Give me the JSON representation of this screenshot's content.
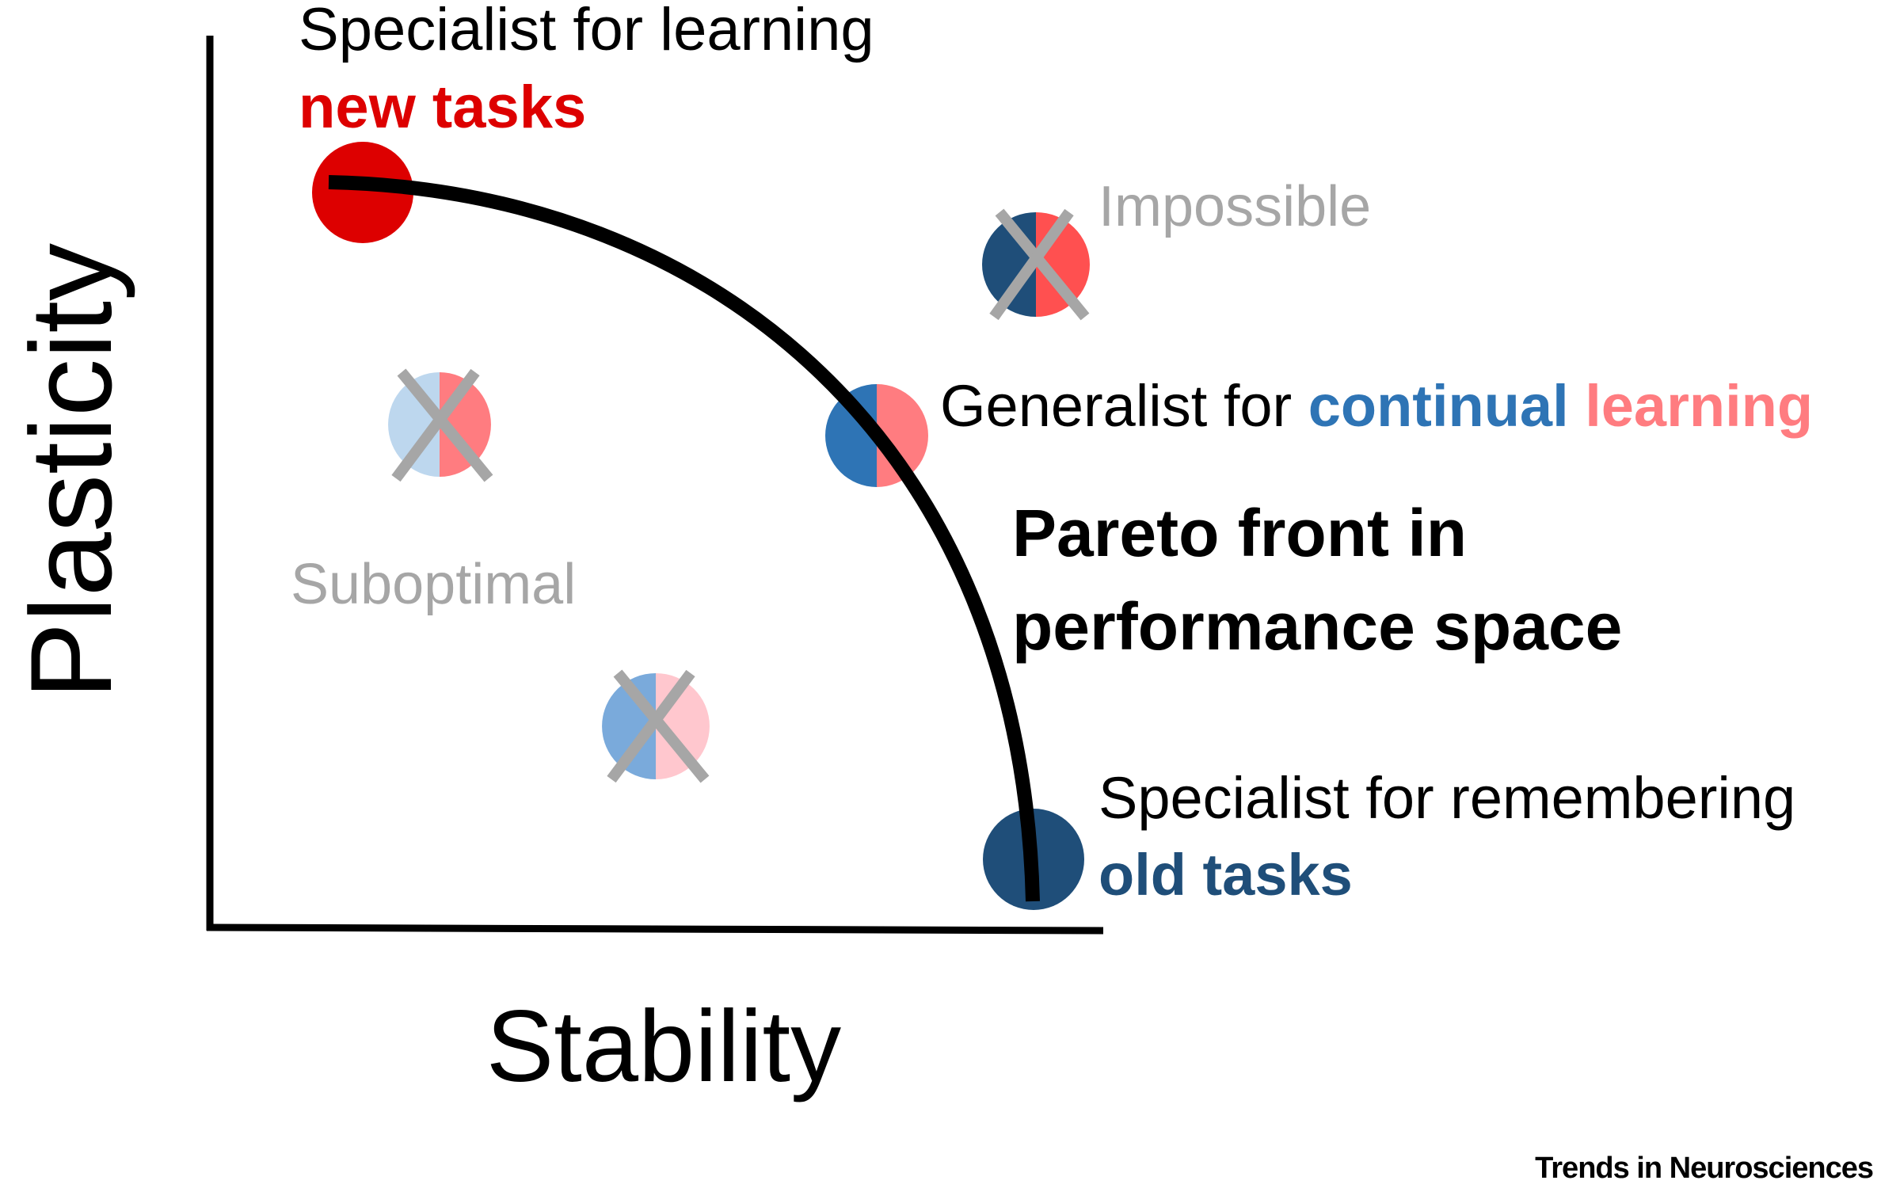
{
  "axes": {
    "y_label": "Plasticity",
    "x_label": "Stability"
  },
  "pareto_front": {
    "label_line1": "Pareto front in",
    "label_line2": "performance space"
  },
  "specialist_new": {
    "line1": "Specialist for learning",
    "line2": "new tasks",
    "color": "#dd0000"
  },
  "specialist_old": {
    "line1": "Specialist for remembering",
    "line2": "old tasks",
    "color": "#1f4e79"
  },
  "generalist": {
    "prefix": "Generalist for ",
    "word1": "continual",
    "word1_color": "#2e74b5",
    "word2": "learning",
    "word2_color": "#ff6b6b"
  },
  "impossible": {
    "label": "Impossible"
  },
  "suboptimal": {
    "label": "Suboptimal"
  },
  "footer": {
    "credit": "Trends in Neurosciences"
  },
  "colors": {
    "text": "#000000",
    "muted": "#a6a6a6",
    "cross": "#a6a6a6",
    "axis": "#000000",
    "blue_dark": "#1f4e79",
    "blue_mid": "#2e74b5",
    "blue_light": "#7aaadb",
    "blue_pale": "#bdd7ee",
    "red_strong": "#ff5050",
    "red_light": "#ff7c80",
    "red_pale": "#ffc7ce"
  }
}
